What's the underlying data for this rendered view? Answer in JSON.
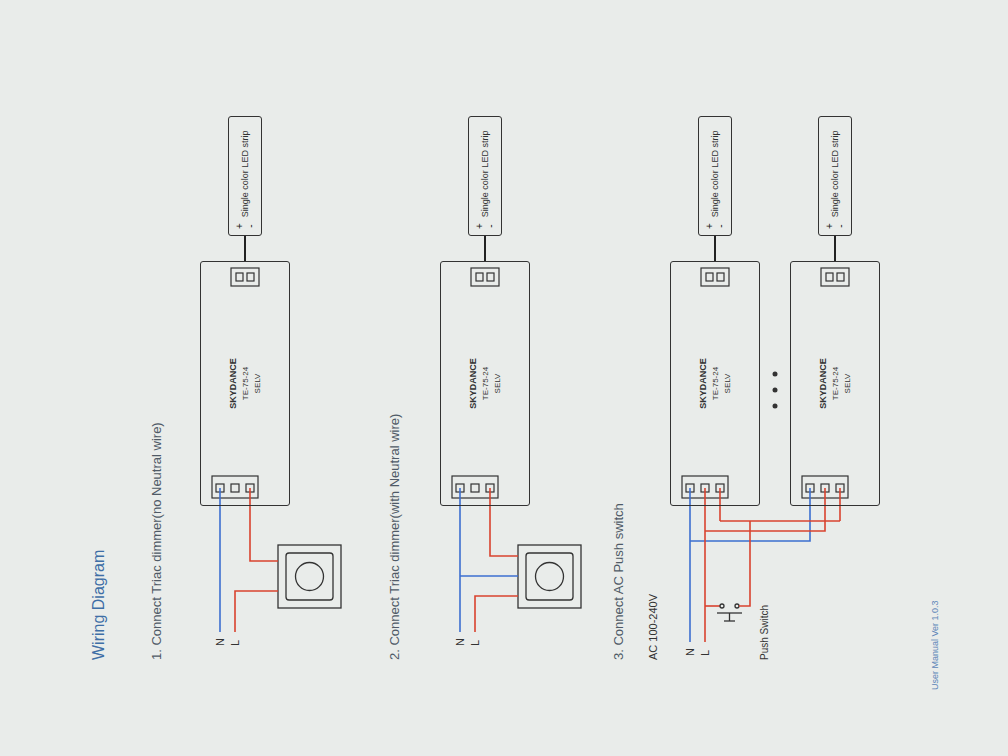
{
  "diagram": {
    "title": "Wiring Diagram",
    "nodes": [
      {
        "text": [
          "SKYDANCE",
          "TE-75-24",
          "SELV"
        ]
      },
      {
        "text": [
          "+",
          "-",
          "Single color LED strip"
        ]
      },
      {
        "text": [
          "SKYDANCE",
          "TE-75-24",
          "SELV"
        ]
      },
      {
        "text": [
          "+",
          "-",
          "Single color LED strip"
        ]
      },
      {
        "text": [
          "SKYDANCE",
          "TE-75-24",
          "SELV"
        ]
      },
      {
        "text": [
          "+",
          "-",
          "Single color LED strip"
        ]
      },
      {
        "text": [
          "SKYDANCE",
          "TE-75-24",
          "SELV"
        ]
      },
      {
        "text": [
          "+",
          "-",
          "Single color LED strip"
        ]
      }
    ],
    "edges": [
      {
        "from": 0,
        "to": 1,
        "arrow": "none"
      },
      {
        "from": 2,
        "to": 3,
        "arrow": "none"
      },
      {
        "from": 4,
        "to": 5,
        "arrow": "none"
      },
      {
        "from": 6,
        "to": 7,
        "arrow": "none"
      }
    ],
    "labels": [
      "1. Connect Triac dimmer(no Neutral wire)",
      "N",
      "L",
      "2. Connect Triac dimmer(with Neutral wire)",
      "N",
      "L",
      "3. Connect AC Push switch",
      "AC 100-240V",
      "N",
      "L",
      "Push Switch",
      "User Manual Ver 1.0.3"
    ]
  }
}
